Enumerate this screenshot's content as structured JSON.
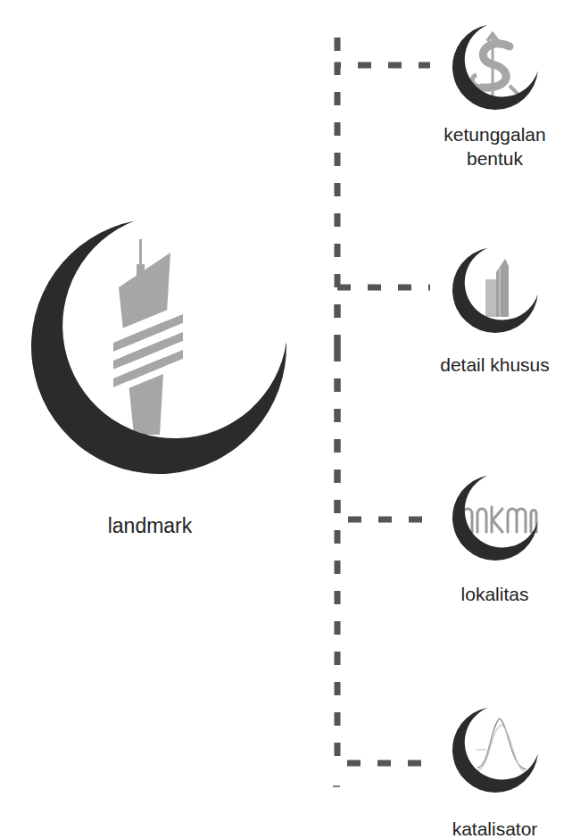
{
  "diagram": {
    "nodes": [
      {
        "text": [
          "landmark"
        ]
      },
      {
        "text": [
          "ketunggalan bentuk"
        ]
      },
      {
        "text": [
          "detail khusus"
        ]
      },
      {
        "text": [
          "lokalitas"
        ]
      },
      {
        "text": [
          "katalisator"
        ]
      }
    ],
    "edges": [
      {
        "from": 0,
        "to": 1,
        "arrow": "none"
      },
      {
        "from": 0,
        "to": 2,
        "arrow": "none"
      },
      {
        "from": 0,
        "to": 3,
        "arrow": "none"
      },
      {
        "from": 0,
        "to": 4,
        "arrow": "none"
      }
    ]
  }
}
